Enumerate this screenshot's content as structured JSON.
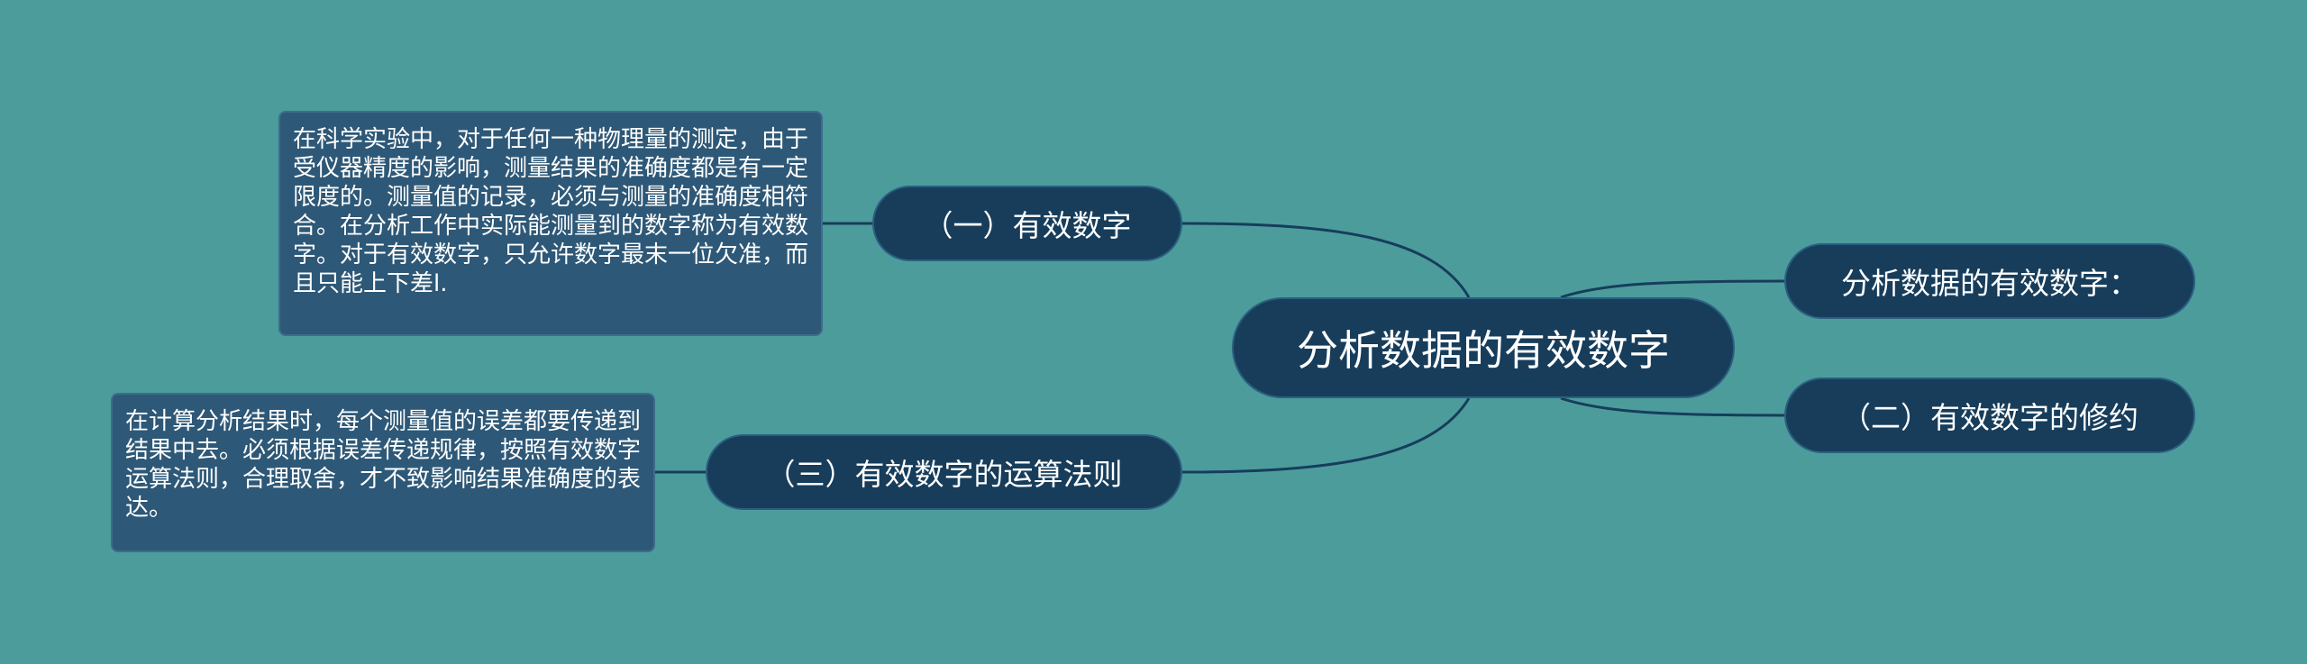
{
  "colors": {
    "background": "#4c9c9c",
    "node_fill": "#173d5b",
    "note_fill": "#2e5877",
    "connector": "#173d5b",
    "text": "#ffffff"
  },
  "mindmap": {
    "central": "分析数据的有效数字",
    "branches": {
      "one": "（一）有效数字",
      "three": "（三）有效数字的运算法则",
      "right1": "分析数据的有效数字：",
      "right2": "（二）有效数字的修约"
    },
    "notes": {
      "one": "在科学实验中，对于任何一种物理量的测定，由于受仪器精度的影响，测量结果的准确度都是有一定限度的。测量值的记录，必须与测量的准确度相符合。在分析工作中实际能测量到的数字称为有效数字。对于有效数字，只允许数字最末一位欠准，而且只能上下差l.",
      "three": "在计算分析结果时，每个测量值的误差都要传递到结果中去。必须根据误差传递规律，按照有效数字运算法则，合理取舍，才不致影响结果准确度的表达。"
    }
  }
}
